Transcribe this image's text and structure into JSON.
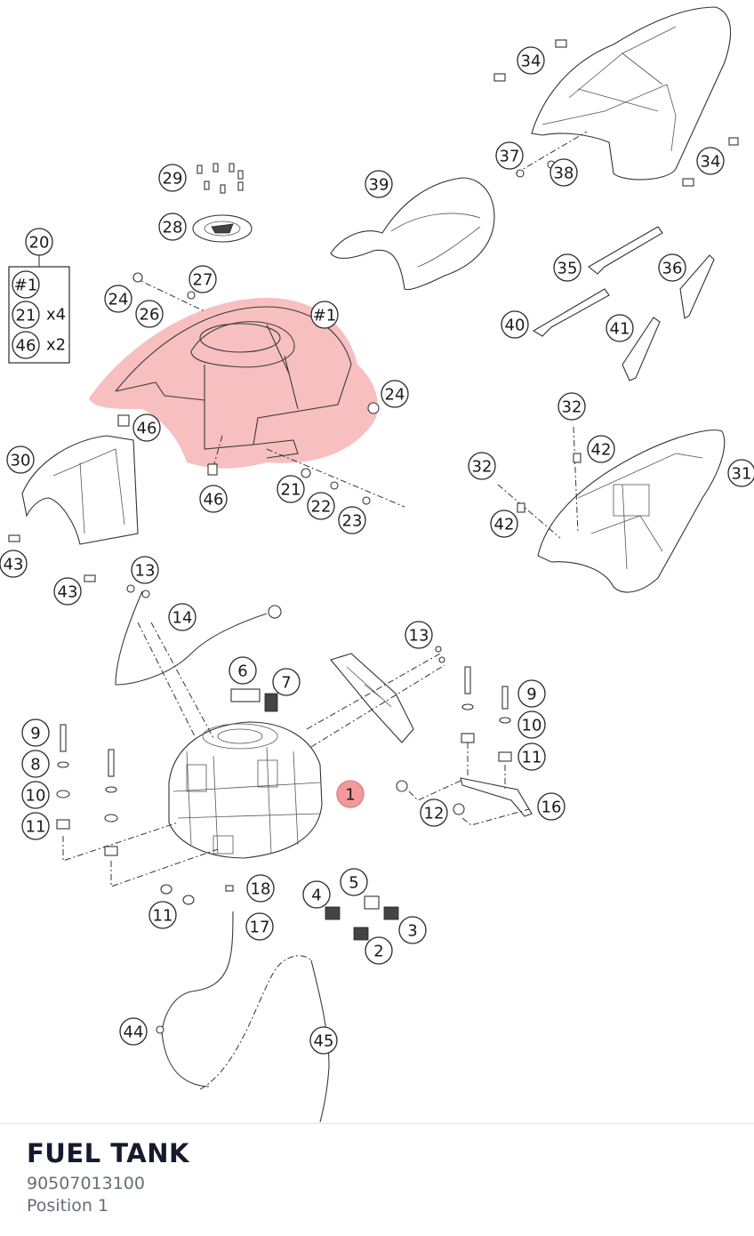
{
  "part": {
    "title": "FUEL TANK",
    "number": "90507013100",
    "position": "Position 1"
  },
  "highlight_color": "#f08b8b",
  "legend": {
    "label": "20",
    "rows": [
      {
        "ref": "#1",
        "qty": ""
      },
      {
        "ref": "21",
        "qty": "x4"
      },
      {
        "ref": "46",
        "qty": "x2"
      }
    ]
  },
  "callouts": [
    {
      "id": "1",
      "highlighted": true
    },
    {
      "id": "2"
    },
    {
      "id": "3"
    },
    {
      "id": "4"
    },
    {
      "id": "5"
    },
    {
      "id": "6"
    },
    {
      "id": "7"
    },
    {
      "id": "8"
    },
    {
      "id": "9"
    },
    {
      "id": "9"
    },
    {
      "id": "10"
    },
    {
      "id": "10"
    },
    {
      "id": "11"
    },
    {
      "id": "11"
    },
    {
      "id": "11"
    },
    {
      "id": "12"
    },
    {
      "id": "13"
    },
    {
      "id": "13"
    },
    {
      "id": "14"
    },
    {
      "id": "16"
    },
    {
      "id": "17"
    },
    {
      "id": "18"
    },
    {
      "id": "21"
    },
    {
      "id": "22"
    },
    {
      "id": "23"
    },
    {
      "id": "24"
    },
    {
      "id": "24"
    },
    {
      "id": "26"
    },
    {
      "id": "27"
    },
    {
      "id": "28"
    },
    {
      "id": "29"
    },
    {
      "id": "30"
    },
    {
      "id": "31"
    },
    {
      "id": "32"
    },
    {
      "id": "32"
    },
    {
      "id": "34"
    },
    {
      "id": "34"
    },
    {
      "id": "35"
    },
    {
      "id": "36"
    },
    {
      "id": "37"
    },
    {
      "id": "38"
    },
    {
      "id": "39"
    },
    {
      "id": "40"
    },
    {
      "id": "41"
    },
    {
      "id": "42"
    },
    {
      "id": "42"
    },
    {
      "id": "43"
    },
    {
      "id": "43"
    },
    {
      "id": "44"
    },
    {
      "id": "45"
    },
    {
      "id": "46"
    },
    {
      "id": "46"
    },
    {
      "id": "#1"
    }
  ]
}
